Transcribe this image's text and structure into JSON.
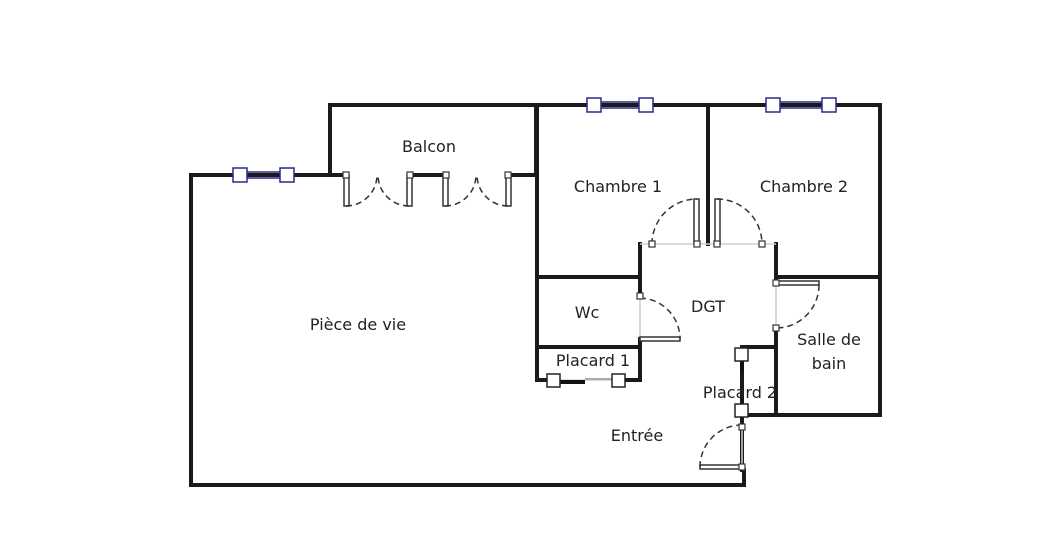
{
  "rooms": {
    "balcon": "Balcon",
    "chambre1": "Chambre 1",
    "chambre2": "Chambre 2",
    "piece_de_vie": "Pièce de vie",
    "wc": "Wc",
    "dgt": "DGT",
    "salle_de_bain_line1": "Salle de",
    "salle_de_bain_line2": "bain",
    "placard1": "Placard 1",
    "placard2": "Placard 2",
    "entree": "Entrée"
  },
  "colors": {
    "wall": "#1a1a1a",
    "window": "#2a2a8a"
  }
}
